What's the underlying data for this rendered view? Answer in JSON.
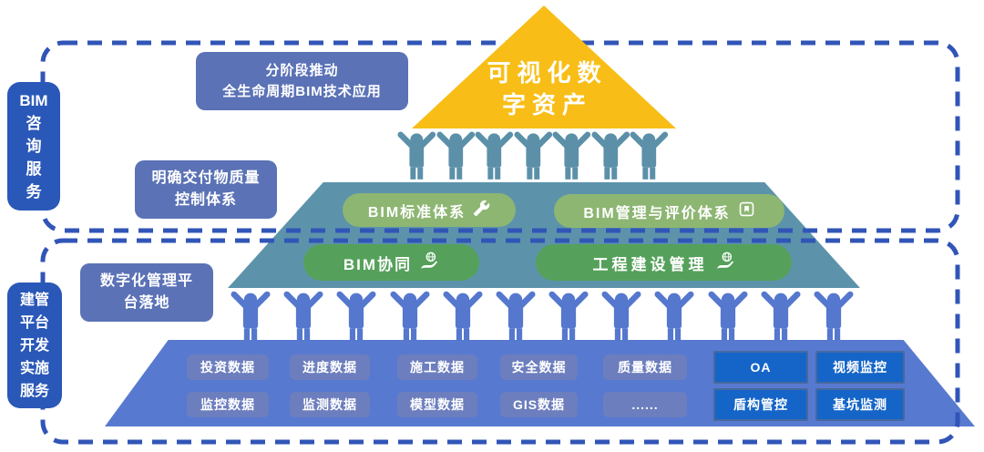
{
  "colors": {
    "dash_border": "#3155B7",
    "side_label_bg": "#2A58B8",
    "note_bg": "#5B72B6",
    "triangle_yellow": "#F8BE17",
    "tier2_teal": "#5C93AB",
    "pill_light_green": "#8DB673",
    "pill_dark_green": "#55A15B",
    "tier3_blue": "#5879D0",
    "data_box_blue": "#6C7EBE",
    "app_box_blue": "#1565C8"
  },
  "apex": {
    "line1": "可视化数",
    "line2": "字资产"
  },
  "consulting": {
    "side_label": {
      "line1": "BIM",
      "line2": "咨",
      "line3": "询",
      "line4": "服",
      "line5": "务"
    },
    "note_phased": {
      "line1": "分阶段推动",
      "line2": "全生命周期BIM技术应用"
    },
    "note_quality": {
      "line1": "明确交付物质量",
      "line2": "控制体系"
    },
    "pill_standard": "BIM标准体系",
    "pill_evaluation": "BIM管理与评价体系",
    "pill_collab": "BIM协同",
    "pill_construction": "工程建设管理"
  },
  "platform": {
    "side_label": {
      "line1": "建管",
      "line2": "平台",
      "line3": "开发",
      "line4": "实施",
      "line5": "服务"
    },
    "note_platform": {
      "line1": "数字化管理平",
      "line2": "台落地"
    },
    "data_row1": [
      "投资数据",
      "进度数据",
      "施工数据",
      "安全数据",
      "质量数据"
    ],
    "data_row2": [
      "监控数据",
      "监测数据",
      "模型数据",
      "GIS数据",
      "......"
    ],
    "app_row1": [
      "OA",
      "视频监控"
    ],
    "app_row2": [
      "盾构管控",
      "基坑监测"
    ]
  },
  "icons": {
    "standard": "wrench-icon",
    "evaluation": "bookmark-icon",
    "collab": "hand-globe-icon",
    "construction": "hand-globe-icon"
  }
}
